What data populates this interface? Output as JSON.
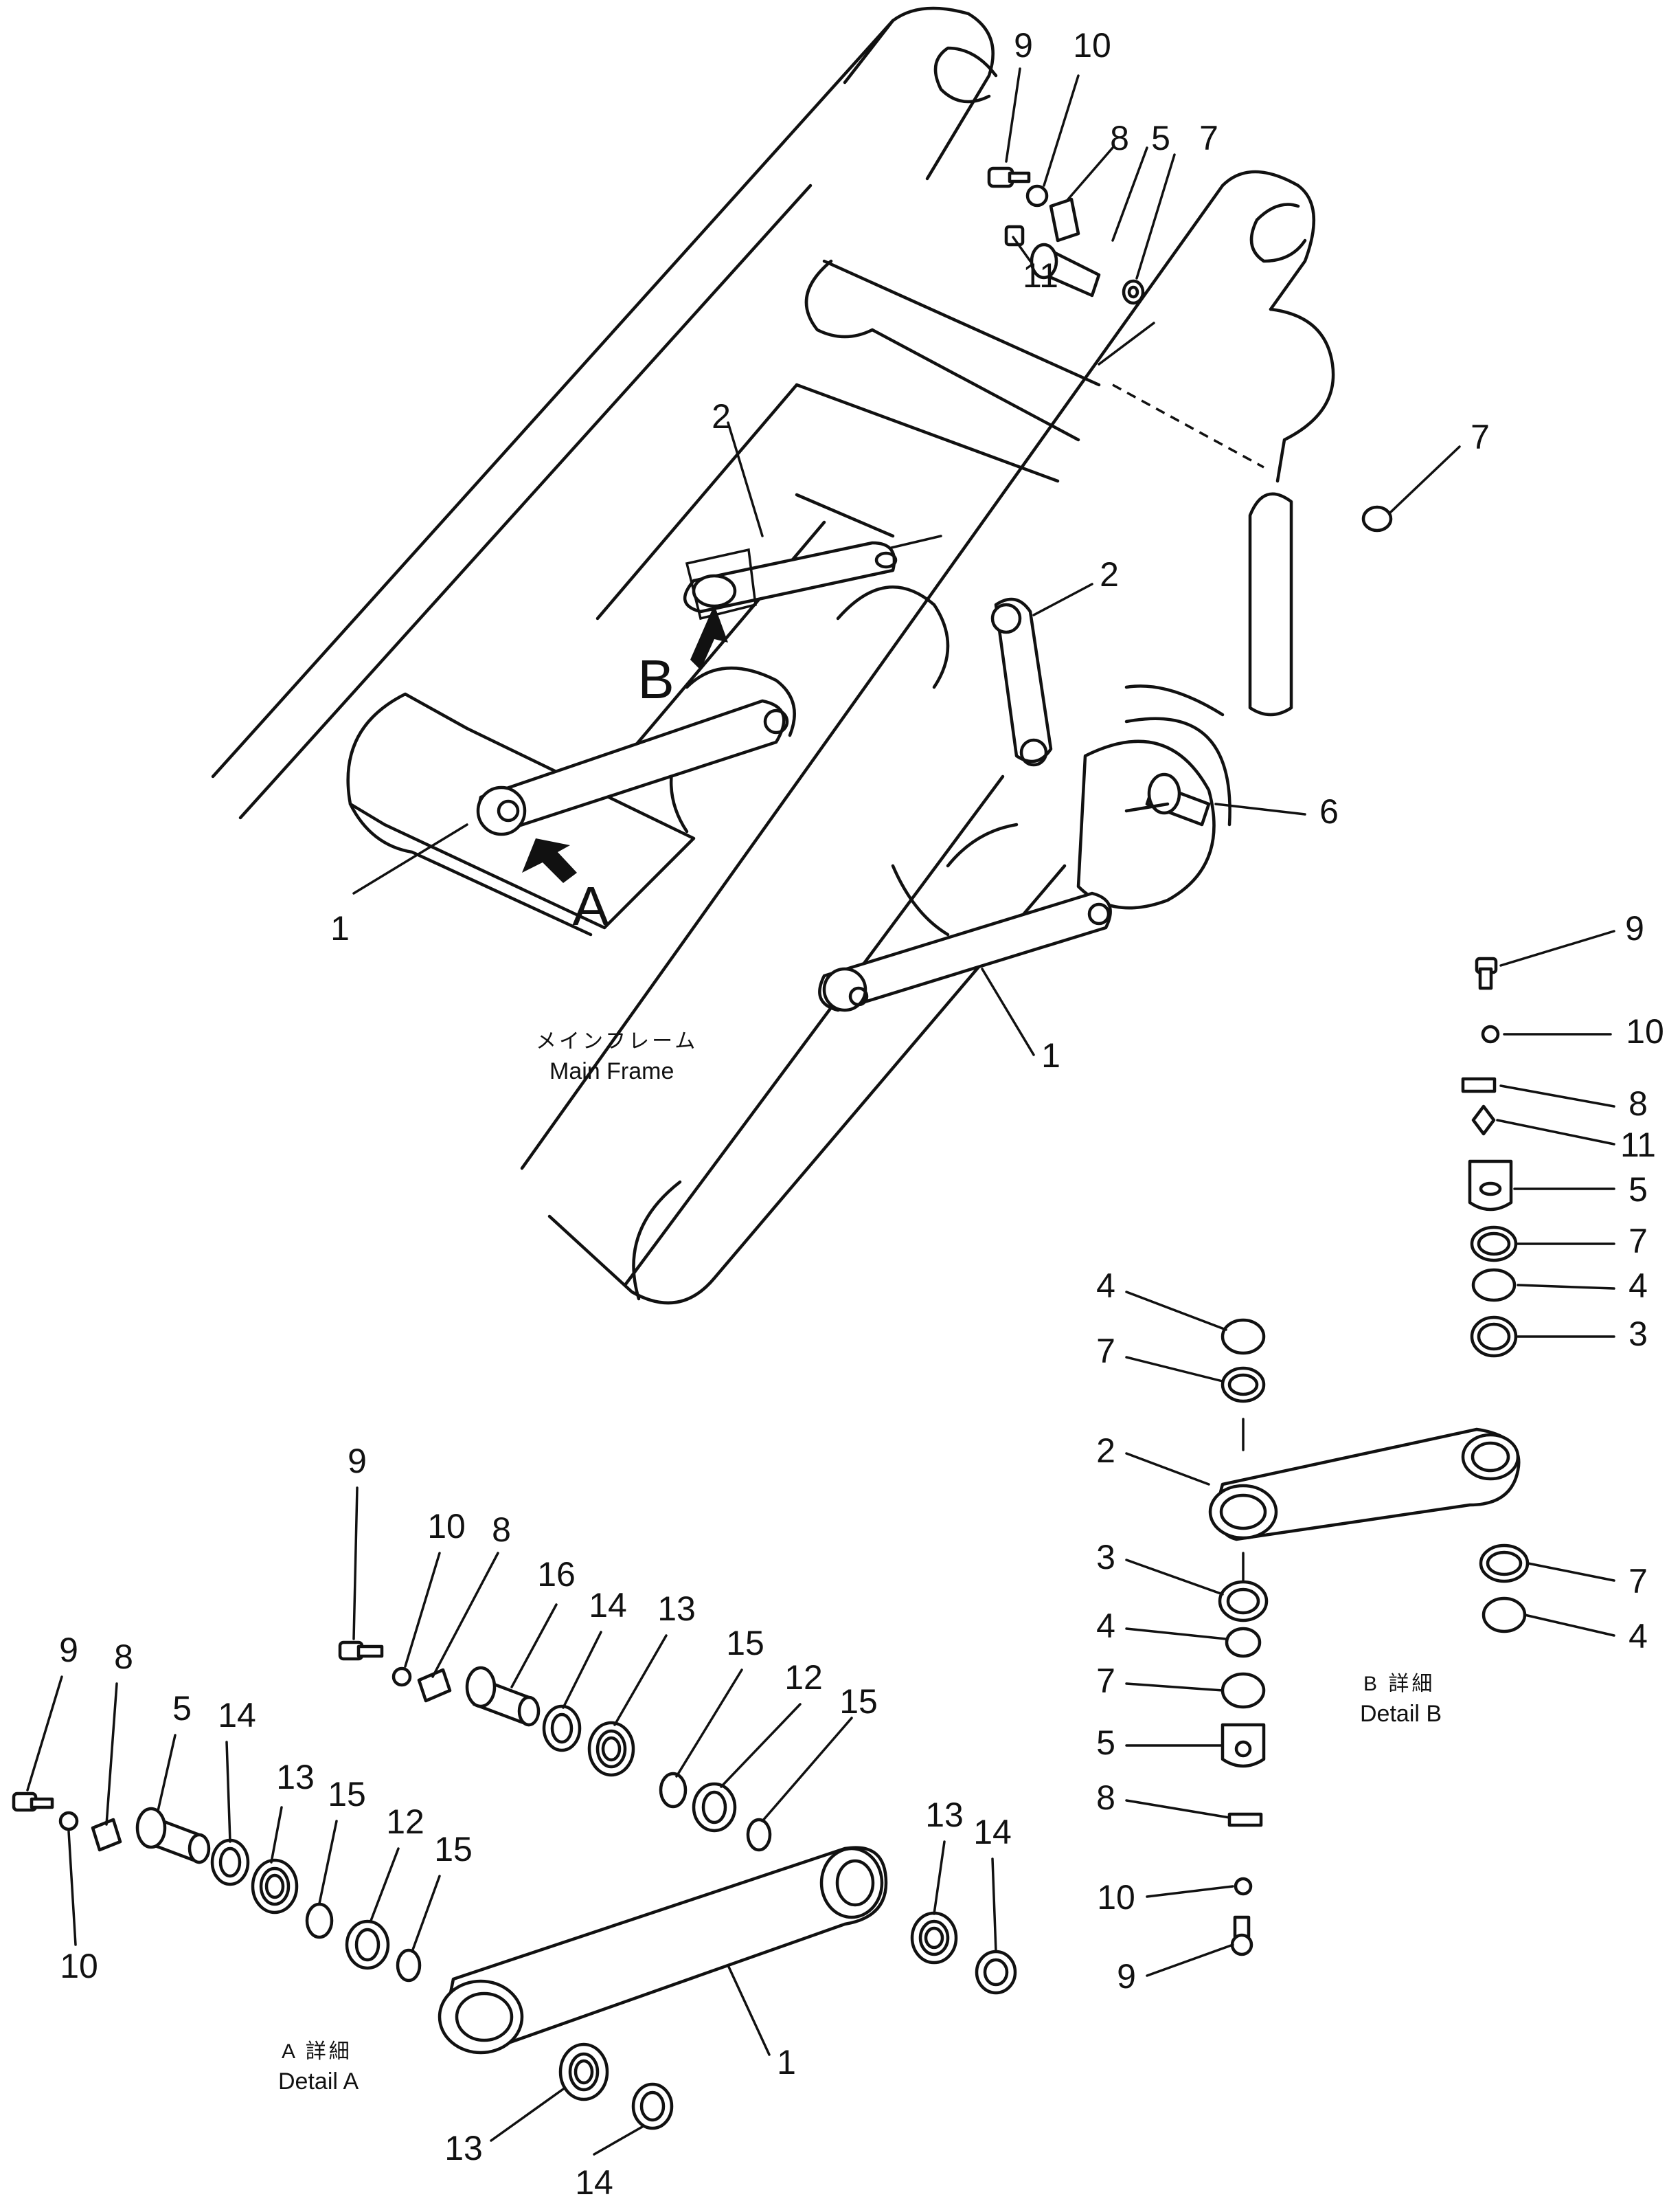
{
  "main_frame": {
    "jp": "メインフレーム",
    "en": "Main Frame"
  },
  "detail_a": {
    "jp": "A 詳細",
    "en": "Detail  A"
  },
  "detail_b": {
    "jp": "B 詳細",
    "en": "Detail  B"
  },
  "view_letters": {
    "a": "A",
    "b": "B"
  },
  "callouts": [
    {
      "id": "m9",
      "label": "9"
    },
    {
      "id": "m10",
      "label": "10"
    },
    {
      "id": "m8",
      "label": "8"
    },
    {
      "id": "m5",
      "label": "5"
    },
    {
      "id": "m7",
      "label": "7"
    },
    {
      "id": "m11",
      "label": "11"
    },
    {
      "id": "m7b",
      "label": "7"
    },
    {
      "id": "m2a",
      "label": "2"
    },
    {
      "id": "m2b",
      "label": "2"
    },
    {
      "id": "m6",
      "label": "6"
    },
    {
      "id": "m1a",
      "label": "1"
    },
    {
      "id": "m1b",
      "label": "1"
    },
    {
      "id": "b9t",
      "label": "9"
    },
    {
      "id": "b10t",
      "label": "10"
    },
    {
      "id": "b8t",
      "label": "8"
    },
    {
      "id": "b11",
      "label": "11"
    },
    {
      "id": "b5t",
      "label": "5"
    },
    {
      "id": "b7t",
      "label": "7"
    },
    {
      "id": "b4t",
      "label": "4"
    },
    {
      "id": "b3t",
      "label": "3"
    },
    {
      "id": "b4l",
      "label": "4"
    },
    {
      "id": "b7l",
      "label": "7"
    },
    {
      "id": "b2",
      "label": "2"
    },
    {
      "id": "b3l",
      "label": "3"
    },
    {
      "id": "b4l2",
      "label": "4"
    },
    {
      "id": "b7l2",
      "label": "7"
    },
    {
      "id": "b5l",
      "label": "5"
    },
    {
      "id": "b8l",
      "label": "8"
    },
    {
      "id": "b10l",
      "label": "10"
    },
    {
      "id": "b9l",
      "label": "9"
    },
    {
      "id": "b7r",
      "label": "7"
    },
    {
      "id": "b4r",
      "label": "4"
    },
    {
      "id": "a9t",
      "label": "9"
    },
    {
      "id": "a10t",
      "label": "10"
    },
    {
      "id": "a8t",
      "label": "8"
    },
    {
      "id": "a16",
      "label": "16"
    },
    {
      "id": "a14t",
      "label": "14"
    },
    {
      "id": "a13t",
      "label": "13"
    },
    {
      "id": "a15t",
      "label": "15"
    },
    {
      "id": "a12t",
      "label": "12"
    },
    {
      "id": "a15t2",
      "label": "15"
    },
    {
      "id": "a9l",
      "label": "9"
    },
    {
      "id": "a8l",
      "label": "8"
    },
    {
      "id": "a5l",
      "label": "5"
    },
    {
      "id": "a14l",
      "label": "14"
    },
    {
      "id": "a13l",
      "label": "13"
    },
    {
      "id": "a15l",
      "label": "15"
    },
    {
      "id": "a12l",
      "label": "12"
    },
    {
      "id": "a15l2",
      "label": "15"
    },
    {
      "id": "a10l",
      "label": "10"
    },
    {
      "id": "a13r",
      "label": "13"
    },
    {
      "id": "a14r",
      "label": "14"
    },
    {
      "id": "a1",
      "label": "1"
    },
    {
      "id": "a13b",
      "label": "13"
    },
    {
      "id": "a14b",
      "label": "14"
    }
  ]
}
